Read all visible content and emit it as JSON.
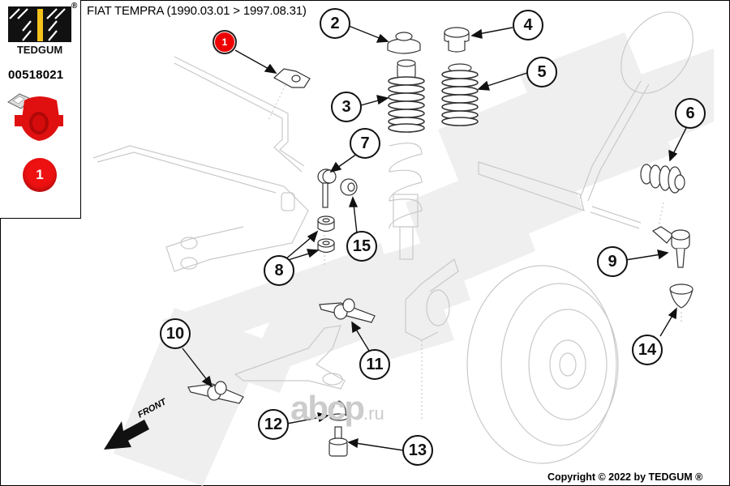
{
  "header": {
    "title": "FIAT TEMPRA (1990.03.01 > 1997.08.31)"
  },
  "sidebar": {
    "brand": "TEDGUM",
    "registered_mark": "®",
    "part_number": "00518021",
    "highlighted_position": "1",
    "highlight_color": "#ee1111"
  },
  "diagram": {
    "watermark_brand": "TEDGUM",
    "watermark_site": "abcp",
    "watermark_site_tld": ".ru",
    "direction_label": "FRONT",
    "callouts": [
      {
        "number": "1",
        "highlighted": true
      },
      {
        "number": "2",
        "highlighted": false
      },
      {
        "number": "3",
        "highlighted": false
      },
      {
        "number": "4",
        "highlighted": false
      },
      {
        "number": "5",
        "highlighted": false
      },
      {
        "number": "6",
        "highlighted": false
      },
      {
        "number": "7",
        "highlighted": false
      },
      {
        "number": "8",
        "highlighted": false
      },
      {
        "number": "9",
        "highlighted": false
      },
      {
        "number": "10",
        "highlighted": false
      },
      {
        "number": "11",
        "highlighted": false
      },
      {
        "number": "12",
        "highlighted": false
      },
      {
        "number": "13",
        "highlighted": false
      },
      {
        "number": "14",
        "highlighted": false
      },
      {
        "number": "15",
        "highlighted": false
      }
    ]
  },
  "footer": {
    "copyright": "Copyright © 2022 by TEDGUM ®"
  }
}
